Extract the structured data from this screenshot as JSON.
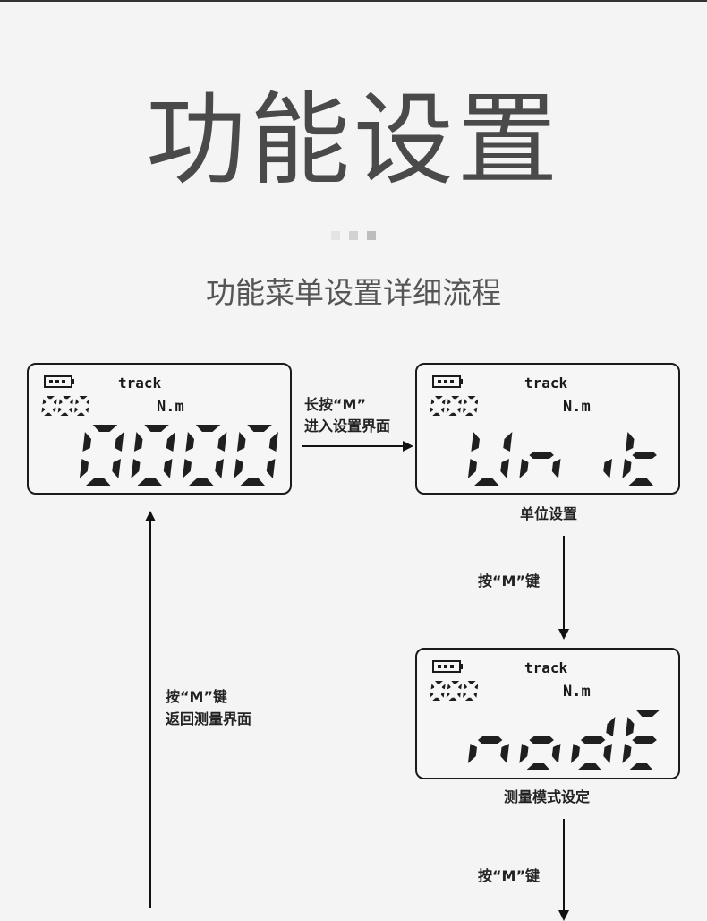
{
  "heading": {
    "title": "功能设置",
    "subtitle": "功能菜单设置详细流程"
  },
  "dots": {
    "colors": [
      "#e4e4e4",
      "#d2d2d2",
      "#bdbdbd"
    ]
  },
  "screens": [
    {
      "track_label": "track",
      "unit_label": "N.m",
      "small_digits": "000",
      "display_text": "0000"
    },
    {
      "track_label": "track",
      "unit_label": "N.m",
      "small_digits": "000",
      "display_text": "Unit",
      "caption": "单位设置"
    },
    {
      "track_label": "track",
      "unit_label": "N.m",
      "small_digits": "000",
      "display_text": "nodE",
      "caption": "测量模式设定"
    }
  ],
  "steps": {
    "long_press_line1": "长按“M”",
    "long_press_line2": "进入设置界面",
    "press_m_1": "按“M”键",
    "press_m_2": "按“M”键",
    "return_line1": "按“M”键",
    "return_line2": "返回测量界面"
  },
  "icons": [
    "battery-icon",
    "right-arrow-icon",
    "down-arrow-icon",
    "up-arrow-icon"
  ]
}
